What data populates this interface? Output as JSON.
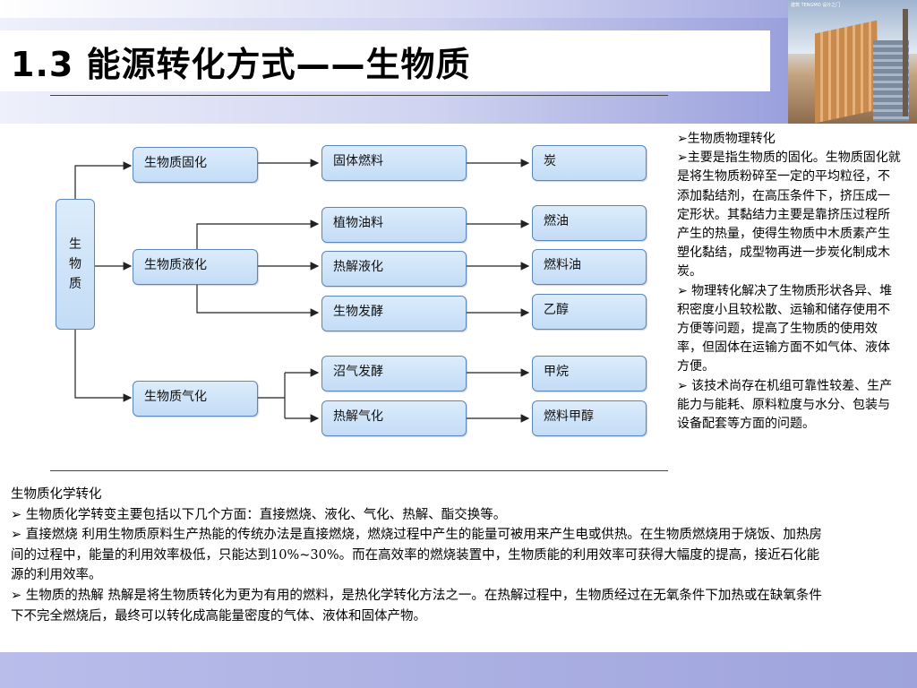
{
  "title": "1.3 能源转化方式——生物质",
  "photo_caption": "建筑 TENGMO 设计之门",
  "diagram": {
    "root": "生\n物\n质",
    "level1": [
      "生物质固化",
      "生物质液化",
      "生物质气化"
    ],
    "level2": [
      "固体燃料",
      "植物油料",
      "热解液化",
      "生物发酵",
      "沼气发酵",
      "热解气化"
    ],
    "level3": [
      "炭",
      "燃油",
      "燃料油",
      "乙醇",
      "甲烷",
      "燃料甲醇"
    ]
  },
  "side_text": [
    "➢生物质物理转化",
    "➢主要是指生物质的固化。生物质固化就是将生物质粉碎至一定的平均粒径，不添加黏结剂，在高压条件下，挤压成一定形状。其黏结力主要是靠挤压过程所产生的热量，使得生物质中木质素产生塑化黏结，成型物再进一步炭化制成木炭。",
    "➢ 物理转化解决了生物质形状各异、堆积密度小且较松散、运输和储存使用不方便等问题，提高了生物质的使用效率，但固体在运输方面不如气体、液体方便。",
    "➢ 该技术尚存在机组可靠性较差、生产能力与能耗、原料粒度与水分、包装与设备配套等方面的问题。"
  ],
  "bottom_text": [
    "生物质化学转化",
    "➢ 生物质化学转变主要包括以下几个方面：直接燃烧、液化、气化、热解、酯交换等。",
    "➢ 直接燃烧  利用生物质原料生产热能的传统办法是直接燃烧，燃烧过程中产生的能量可被用来产生电或供热。在生物质燃烧用于烧饭、加热房间的过程中，能量的利用效率极低，只能达到10%~30%。而在高效率的燃烧装置中，生物质能的利用效率可获得大幅度的提高，接近石化能源的利用效率。",
    "➢ 生物质的热解  热解是将生物质转化为更为有用的燃料，是热化学转化方法之一。在热解过程中，生物质经过在无氧条件下加热或在缺氧条件下不完全燃烧后，最终可以转化成高能量密度的气体、液体和固体产物。"
  ]
}
